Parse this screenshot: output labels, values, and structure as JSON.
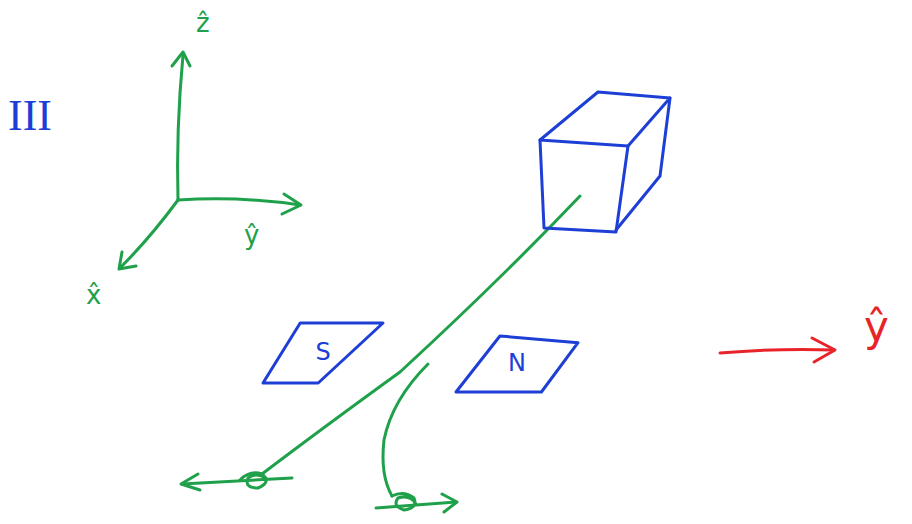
{
  "diagram": {
    "nodes": [
      {
        "text": [
          "S"
        ]
      },
      {
        "text": [
          "N"
        ]
      }
    ],
    "labels": [
      "III",
      "ẑ",
      "ŷ",
      "x̂",
      "ŷ"
    ]
  }
}
